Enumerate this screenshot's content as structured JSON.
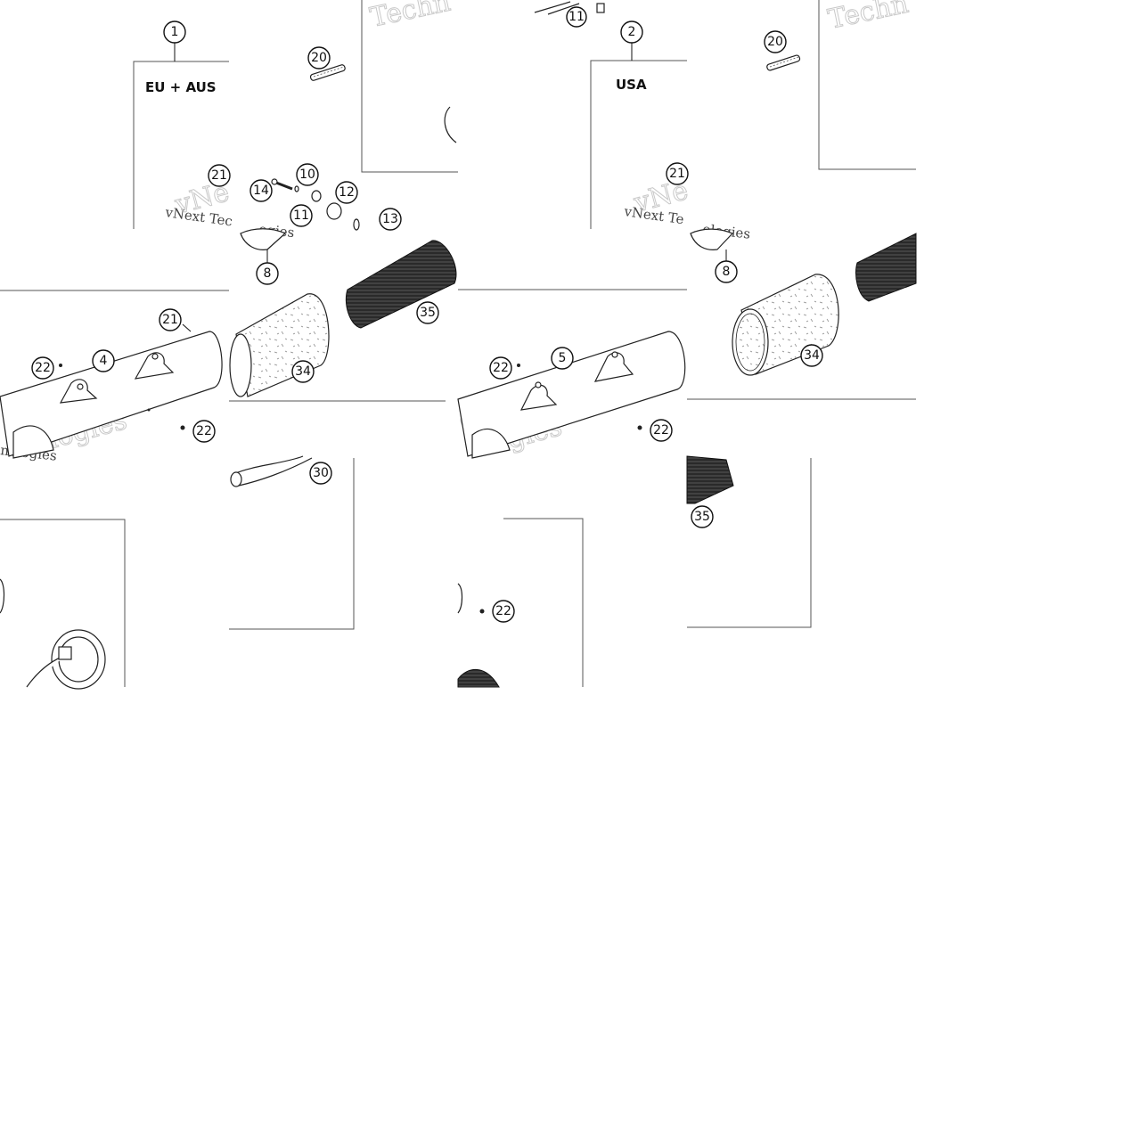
{
  "panels": [
    {
      "region_label": "EU + AUS",
      "assembly_callout": "1",
      "callouts": [
        "20",
        "21",
        "14",
        "10",
        "11",
        "12",
        "13",
        "8",
        "21",
        "35",
        "22",
        "4",
        "34",
        "22",
        "30"
      ],
      "watermarks": [
        "Techn",
        "vNext Tec",
        "vNe",
        "ogies",
        "ext",
        "nologies",
        "ologies"
      ]
    },
    {
      "region_label": "USA",
      "assembly_callout": "2",
      "callouts": [
        "11",
        "20",
        "21",
        "8",
        "22",
        "5",
        "34",
        "22",
        "35",
        "22"
      ],
      "watermarks": [
        "Techn",
        "vNext Te",
        "vNe",
        "ologies",
        "ext",
        "ogies"
      ]
    }
  ]
}
